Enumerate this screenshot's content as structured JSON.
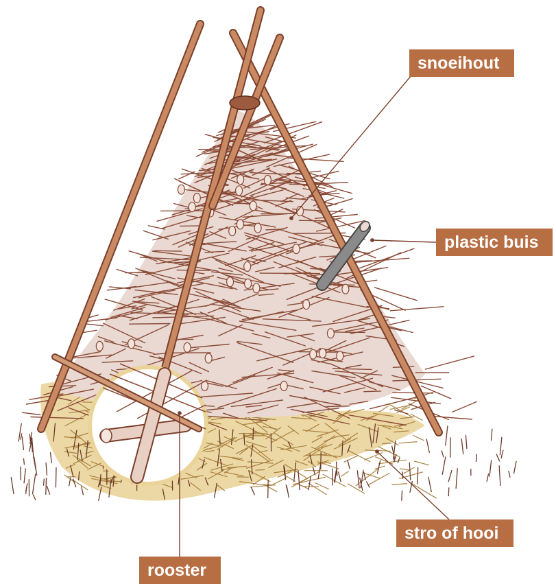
{
  "labels": {
    "snoeihout": "snoeihout",
    "plastic_buis": "plastic buis",
    "stro_of_hooi": "stro of hooi",
    "rooster": "rooster"
  },
  "colors": {
    "label_bg": "#b86e43",
    "label_text": "#ffffff",
    "pole": "#c98a63",
    "pole_outline": "#7a3f2a",
    "twig": "#8a4a35",
    "brush_fill": "#e9d9d2",
    "straw_fill": "#ead49a",
    "straw_line": "#a9803f",
    "pipe": "#7d7d7d",
    "leader": "#7a3f2a"
  }
}
